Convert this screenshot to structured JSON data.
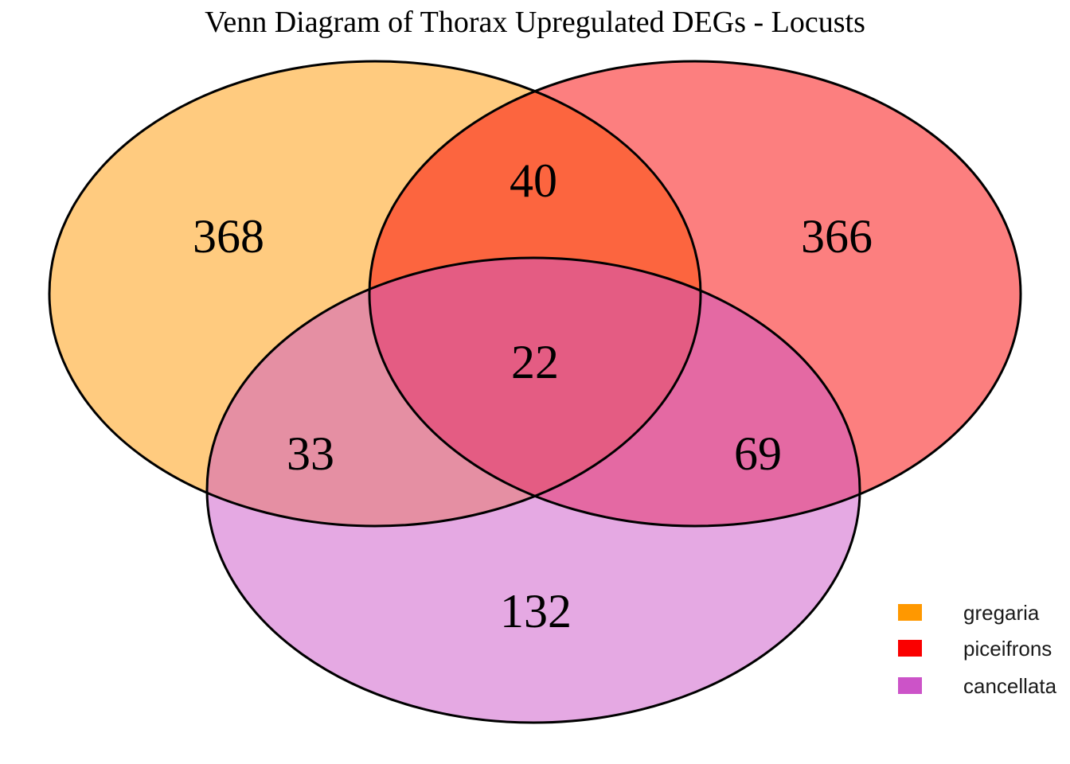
{
  "title": "Venn Diagram of Thorax Upregulated DEGs - Locusts",
  "colors": {
    "gregaria": "#FF9800",
    "piceifrons": "#FA0000",
    "cancellata": "#CC53C8",
    "outline": "#000000",
    "background": "#FFFFFF",
    "text": "#000000"
  },
  "legend": {
    "items": [
      {
        "label": "gregaria",
        "color": "#FF9800"
      },
      {
        "label": "piceifrons",
        "color": "#FA0000"
      },
      {
        "label": "cancellata",
        "color": "#CC53C8"
      }
    ]
  },
  "chart_data": {
    "type": "venn",
    "title": "Venn Diagram of Thorax Upregulated DEGs - Locusts",
    "sets": [
      "gregaria",
      "piceifrons",
      "cancellata"
    ],
    "set_colors": [
      "#FF9800",
      "#FA0000",
      "#CC53C8"
    ],
    "fill_alpha": 0.5,
    "legend_position": "bottom-right",
    "regions": {
      "gregaria_only": 368,
      "piceifrons_only": 366,
      "cancellata_only": 132,
      "gregaria_piceifrons": 40,
      "gregaria_cancellata": 33,
      "piceifrons_cancellata": 69,
      "gregaria_piceifrons_cancellata": 22
    }
  }
}
